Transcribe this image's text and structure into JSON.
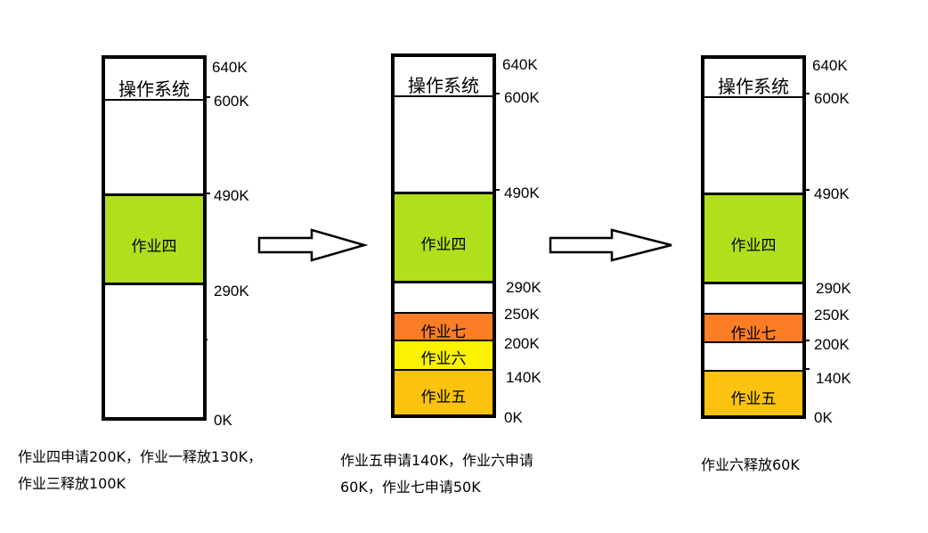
{
  "diagrams": [
    {
      "segments": [
        {
          "label": "操作系统",
          "color": "#ffffff"
        },
        {
          "label": "",
          "color": "#ffffff"
        },
        {
          "label": "作业四",
          "color": "#b0e01c"
        },
        {
          "label": "",
          "color": "#ffffff"
        }
      ],
      "addresses": [
        "640K",
        "600K",
        "490K",
        "290K",
        "0K"
      ],
      "caption_lines": [
        "作业四申请200K，作业一释放130K，",
        "作业三释放100K"
      ]
    },
    {
      "segments": [
        {
          "label": "操作系统",
          "color": "#ffffff"
        },
        {
          "label": "",
          "color": "#ffffff"
        },
        {
          "label": "作业四",
          "color": "#b0e01c"
        },
        {
          "label": "",
          "color": "#ffffff"
        },
        {
          "label": "作业七",
          "color": "#fb7d25"
        },
        {
          "label": "作业六",
          "color": "#fbf201"
        },
        {
          "label": "作业五",
          "color": "#fbc310"
        }
      ],
      "addresses": [
        "640K",
        "600K",
        "490K",
        "290K",
        "250K",
        "200K",
        "140K",
        "0K"
      ],
      "caption_lines": [
        "作业五申请140K，作业六申请",
        "60K，作业七申请50K"
      ]
    },
    {
      "segments": [
        {
          "label": "操作系统",
          "color": "#ffffff"
        },
        {
          "label": "",
          "color": "#ffffff"
        },
        {
          "label": "作业四",
          "color": "#b0e01c"
        },
        {
          "label": "",
          "color": "#ffffff"
        },
        {
          "label": "作业七",
          "color": "#fb7d25"
        },
        {
          "label": "",
          "color": "#ffffff"
        },
        {
          "label": "作业五",
          "color": "#fbc310"
        }
      ],
      "addresses": [
        "640K",
        "600K",
        "490K",
        "290K",
        "250K",
        "200K",
        "140K",
        "0K"
      ],
      "caption_lines": [
        "作业六释放60K"
      ]
    }
  ]
}
